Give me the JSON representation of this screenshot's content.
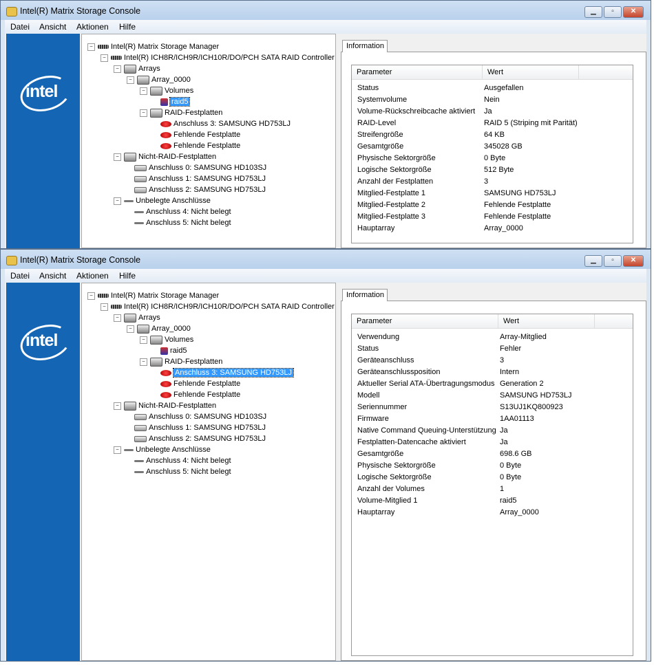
{
  "app_title": "Intel(R) Matrix Storage Console",
  "menu": [
    "Datei",
    "Ansicht",
    "Aktionen",
    "Hilfe"
  ],
  "logo_text": "intel",
  "tab_label": "Information",
  "columns": {
    "param": "Parameter",
    "value": "Wert"
  },
  "tree": [
    {
      "label": "Intel(R) Matrix Storage Manager",
      "level": 0,
      "icon": "ctrl",
      "toggle": "−"
    },
    {
      "label": "Intel(R) ICH8R/ICH9R/ICH10R/DO/PCH SATA RAID Controller",
      "level": 1,
      "icon": "ctrl",
      "toggle": "−"
    },
    {
      "label": "Arrays",
      "level": 2,
      "icon": "arr",
      "toggle": "−"
    },
    {
      "label": "Array_0000",
      "level": 3,
      "icon": "arr",
      "toggle": "−"
    },
    {
      "label": "Volumes",
      "level": 4,
      "icon": "arr",
      "toggle": "−"
    },
    {
      "label": "raid5",
      "level": 5,
      "icon": "vol"
    },
    {
      "label": "RAID-Festplatten",
      "level": 4,
      "icon": "arr",
      "toggle": "−"
    },
    {
      "label": "Anschluss 3: SAMSUNG HD753LJ",
      "level": 5,
      "icon": "bad"
    },
    {
      "label": "Fehlende Festplatte",
      "level": 5,
      "icon": "bad"
    },
    {
      "label": "Fehlende Festplatte",
      "level": 5,
      "icon": "bad"
    },
    {
      "label": "Nicht-RAID-Festplatten",
      "level": 2,
      "icon": "arr",
      "toggle": "−"
    },
    {
      "label": "Anschluss 0: SAMSUNG HD103SJ",
      "level": 3,
      "icon": "disk"
    },
    {
      "label": "Anschluss 1: SAMSUNG HD753LJ",
      "level": 3,
      "icon": "disk"
    },
    {
      "label": "Anschluss 2: SAMSUNG HD753LJ",
      "level": 3,
      "icon": "disk"
    },
    {
      "label": "Unbelegte Anschlüsse",
      "level": 2,
      "icon": "port",
      "toggle": "−"
    },
    {
      "label": "Anschluss 4: Nicht belegt",
      "level": 3,
      "icon": "port"
    },
    {
      "label": "Anschluss 5: Nicht belegt",
      "level": 3,
      "icon": "port"
    }
  ],
  "windows": [
    {
      "selected_index": 5,
      "rows": [
        [
          "Status",
          "Ausgefallen"
        ],
        [
          "Systemvolume",
          "Nein"
        ],
        [
          "Volume-Rückschreibcache aktiviert",
          "Ja"
        ],
        [
          "RAID-Level",
          "RAID 5 (Striping mit Parität)"
        ],
        [
          "Streifengröße",
          "64 KB"
        ],
        [
          "Gesamtgröße",
          "345028 GB"
        ],
        [
          "Physische Sektorgröße",
          "0 Byte"
        ],
        [
          "Logische Sektorgröße",
          "512 Byte"
        ],
        [
          "Anzahl der Festplatten",
          "3"
        ],
        [
          "Mitglied-Festplatte 1",
          "SAMSUNG HD753LJ"
        ],
        [
          "Mitglied-Festplatte 2",
          "Fehlende Festplatte"
        ],
        [
          "Mitglied-Festplatte 3",
          "Fehlende Festplatte"
        ],
        [
          "Hauptarray",
          "Array_0000"
        ]
      ]
    },
    {
      "selected_index": 7,
      "rows": [
        [
          "Verwendung",
          "Array-Mitglied"
        ],
        [
          "Status",
          "Fehler"
        ],
        [
          "Geräteanschluss",
          "3"
        ],
        [
          "Geräteanschlussposition",
          "Intern"
        ],
        [
          "Aktueller Serial ATA-Übertragungsmodus",
          "Generation 2"
        ],
        [
          "Modell",
          "SAMSUNG HD753LJ"
        ],
        [
          "Seriennummer",
          "S13UJ1KQ800923"
        ],
        [
          "Firmware",
          "1AA01113"
        ],
        [
          "Native Command Queuing-Unterstützung",
          "Ja"
        ],
        [
          "Festplatten-Datencache aktiviert",
          "Ja"
        ],
        [
          "Gesamtgröße",
          "698.6 GB"
        ],
        [
          "Physische Sektorgröße",
          "0 Byte"
        ],
        [
          "Logische Sektorgröße",
          "0 Byte"
        ],
        [
          "Anzahl der Volumes",
          "1"
        ],
        [
          "Volume-Mitglied 1",
          "raid5"
        ],
        [
          "Hauptarray",
          "Array_0000"
        ]
      ]
    }
  ]
}
